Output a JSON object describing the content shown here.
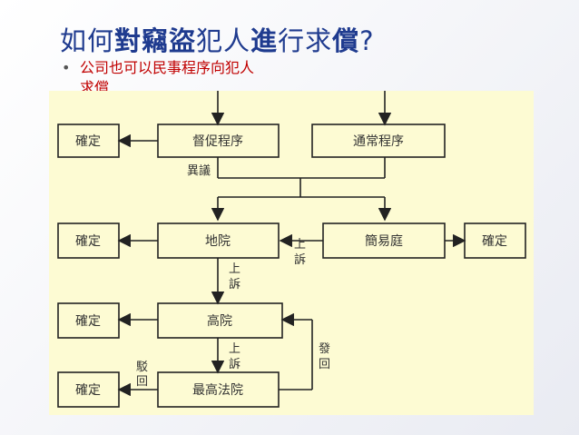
{
  "title": {
    "part1": "如何",
    "part2": "對竊盜",
    "part3": "犯人",
    "part4": "進",
    "part5": "行求",
    "part6": "償",
    "part7": "?"
  },
  "bullet": {
    "dot": "•",
    "line1": "公司也可以民事程序向犯人",
    "line2": "求償"
  },
  "diagram": {
    "nodes": {
      "confirm1": "確定",
      "dupromotion": "督促程序",
      "ordinary": "通常程序",
      "confirm2": "確定",
      "district": "地院",
      "summary": "簡易庭",
      "confirm3": "確定",
      "confirm4": "確定",
      "high": "高院",
      "confirm5": "確定",
      "supreme": "最高法院"
    },
    "labels": {
      "objection": "異議",
      "appeal_a": "上",
      "appeal_b": "訴",
      "remand_a": "發",
      "remand_b": "回",
      "reject_a": "駁",
      "reject_b": "回"
    }
  }
}
